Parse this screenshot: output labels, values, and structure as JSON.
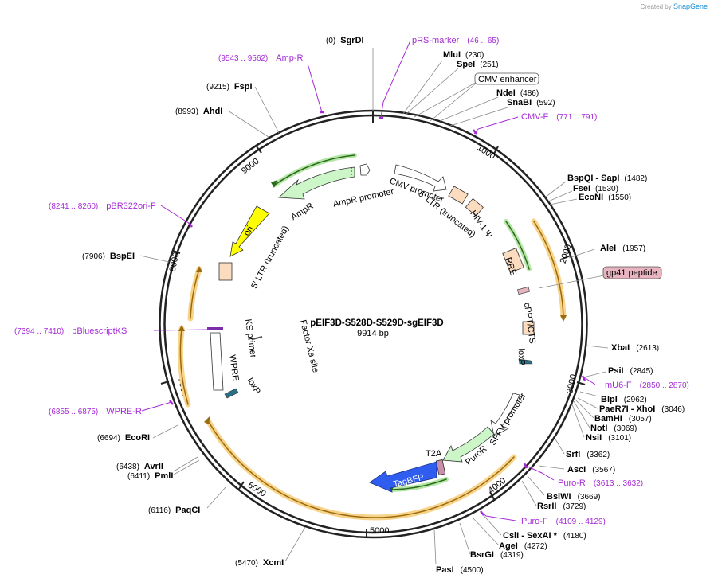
{
  "credit": {
    "prefix": "Created by",
    "brand": "SnapGene"
  },
  "plasmid": {
    "name": "pEIF3D-S528D-S529D-sgEIF3D",
    "size": "9914 bp"
  },
  "ticks": [
    "1000",
    "2000",
    "3000",
    "4000",
    "5000",
    "6000",
    "7000",
    "8000",
    "9000"
  ],
  "enzymes": [
    {
      "name": "SgrDI",
      "pos": "(0)"
    },
    {
      "name": "MluI",
      "pos": "(230)"
    },
    {
      "name": "SpeI",
      "pos": "(251)"
    },
    {
      "name": "NdeI",
      "pos": "(486)"
    },
    {
      "name": "SnaBI",
      "pos": "(592)"
    },
    {
      "name": "BspQI - SapI",
      "pos": "(1482)"
    },
    {
      "name": "FseI",
      "pos": "(1530)"
    },
    {
      "name": "EcoNI",
      "pos": "(1550)"
    },
    {
      "name": "AleI",
      "pos": "(1957)"
    },
    {
      "name": "XbaI",
      "pos": "(2613)"
    },
    {
      "name": "PsiI",
      "pos": "(2845)"
    },
    {
      "name": "BlpI",
      "pos": "(2962)"
    },
    {
      "name": "PaeR7I - XhoI",
      "pos": "(3046)"
    },
    {
      "name": "BamHI",
      "pos": "(3057)"
    },
    {
      "name": "NotI",
      "pos": "(3069)"
    },
    {
      "name": "NsiI",
      "pos": "(3101)"
    },
    {
      "name": "SrfI",
      "pos": "(3362)"
    },
    {
      "name": "AscI",
      "pos": "(3567)"
    },
    {
      "name": "BsiWI",
      "pos": "(3669)"
    },
    {
      "name": "RsrII",
      "pos": "(3729)"
    },
    {
      "name": "CsiI - SexAI *",
      "pos": "(4180)"
    },
    {
      "name": "AgeI",
      "pos": "(4272)"
    },
    {
      "name": "BsrGI",
      "pos": "(4319)"
    },
    {
      "name": "PasI",
      "pos": "(4500)"
    },
    {
      "name": "XcmI",
      "pos": "(5470)"
    },
    {
      "name": "PaqCI",
      "pos": "(6116)"
    },
    {
      "name": "AvrII",
      "pos": "(6438)"
    },
    {
      "name": "PmlI",
      "pos": "(6411)"
    },
    {
      "name": "EcoRI",
      "pos": "(6694)"
    },
    {
      "name": "BspEI",
      "pos": "(7906)"
    },
    {
      "name": "AhdI",
      "pos": "(8993)"
    },
    {
      "name": "FspI",
      "pos": "(9215)"
    }
  ],
  "primers": [
    {
      "name": "pRS-marker",
      "pos": "(46 .. 65)"
    },
    {
      "name": "CMV-F",
      "pos": "(771 .. 791)"
    },
    {
      "name": "mU6-F",
      "pos": "(2850 .. 2870)"
    },
    {
      "name": "Puro-R",
      "pos": "(3613 .. 3632)"
    },
    {
      "name": "Puro-F",
      "pos": "(4109 .. 4129)"
    },
    {
      "name": "WPRE-R",
      "pos": "(6855 .. 6875)"
    },
    {
      "name": "pBluescriptKS",
      "pos": "(7394 .. 7410)"
    },
    {
      "name": "pBR322ori-F",
      "pos": "(8241 .. 8260)"
    },
    {
      "name": "Amp-R",
      "pos": "(9543 .. 9562)"
    }
  ],
  "features": {
    "cmv_enhancer": "CMV enhancer",
    "gp41_peptide": "gp41 peptide",
    "cmv_promoter": "CMV promoter",
    "ltr5_top": "5′ LTR (truncated)",
    "hiv1_psi": "HIV-1 Ψ",
    "rre": "RRE",
    "cppt_cts": "cPPT/CTS",
    "loxp_right": "loxP",
    "sffv_promoter": "SFFV promoter",
    "puror": "PuroR",
    "t2a": "T2A",
    "tagbfp": "TagBFP",
    "amp_r": "AmpR",
    "ampr_promoter": "AmpR promoter",
    "ori": "ori",
    "ltr5_left": "5′ LTR (truncated)",
    "ks_primer": "KS primer",
    "wpre": "WPRE",
    "loxp_left": "loxP",
    "factor_xa": "Factor Xa site"
  },
  "colors": {
    "backbone": "#222222",
    "enzyme_line": "#8a8a8a",
    "primer": "#a52ad6",
    "amp": "#ccf5c8",
    "ori": "#ffff00",
    "ltr": "#fcdcbf",
    "tagbfp": "#2f5df0",
    "gp41": "#e8b4c0",
    "loxp": "#2b6f82",
    "orange_band": "#f5b030",
    "green_band": "#2f9e2a"
  }
}
